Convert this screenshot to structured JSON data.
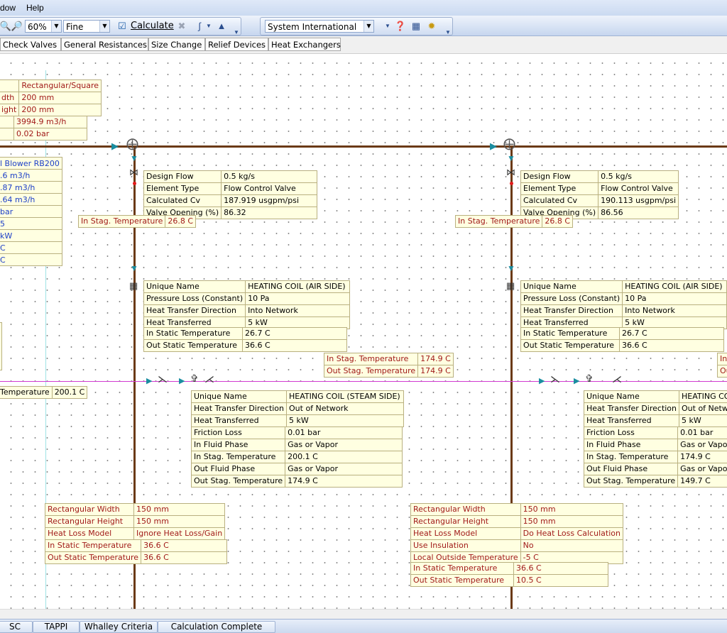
{
  "menu": {
    "window_label": "dow",
    "help_label": "Help"
  },
  "toolbar": {
    "zoom_value": "60%",
    "resolution_value": "Fine",
    "calculate_label": "Calculate",
    "units_value": "System International"
  },
  "tabs": [
    "Check Valves",
    "General Resistances",
    "Size Change",
    "Relief Devices",
    "Heat Exchangers"
  ],
  "tables": {
    "duct_top": [
      [
        "",
        "Rectangular/Square"
      ],
      [
        "dth",
        "200 mm"
      ],
      [
        "ight",
        "200 mm"
      ]
    ],
    "duct_top_flow": [
      [
        "",
        "3994.9 m3/h"
      ],
      [
        "",
        "0.02 bar"
      ]
    ],
    "blower": [
      [
        "l Blower RB200"
      ],
      [
        ".6 m3/h"
      ],
      [
        ".87 m3/h"
      ],
      [
        ".64 m3/h"
      ],
      [
        "bar"
      ],
      [
        "5"
      ],
      [
        "kW"
      ],
      [
        "C"
      ],
      [
        "C"
      ]
    ],
    "valve1": [
      [
        "Design Flow",
        "0.5 kg/s"
      ],
      [
        "Element Type",
        "Flow Control Valve"
      ],
      [
        "Calculated Cv",
        "187.919 usgpm/psi"
      ],
      [
        "Valve Opening (%)",
        "86.32"
      ]
    ],
    "valve1_temp": [
      [
        "In Stag. Temperature",
        "26.8 C"
      ]
    ],
    "valve2": [
      [
        "Design Flow",
        "0.5 kg/s"
      ],
      [
        "Element Type",
        "Flow Control Valve"
      ],
      [
        "Calculated Cv",
        "190.113 usgpm/psi"
      ],
      [
        "Valve Opening (%)",
        "86.56"
      ]
    ],
    "valve2_temp": [
      [
        "In Stag. Temperature",
        "26.8 C"
      ]
    ],
    "coil_air1": [
      [
        "Unique Name",
        "HEATING COIL (AIR SIDE)"
      ],
      [
        "Pressure Loss (Constant)",
        "10 Pa"
      ],
      [
        "Heat Transfer Direction",
        "Into Network"
      ],
      [
        "Heat Transferred",
        "5 kW"
      ]
    ],
    "coil_air1_temps": [
      [
        "In Static Temperature",
        "26.7 C"
      ],
      [
        "Out Static Temperature",
        "36.6 C"
      ]
    ],
    "coil_air2": [
      [
        "Unique Name",
        "HEATING COIL (AIR SIDE)"
      ],
      [
        "Pressure Loss (Constant)",
        "10 Pa"
      ],
      [
        "Heat Transfer Direction",
        "Into Network"
      ],
      [
        "Heat Transferred",
        "5 kW"
      ]
    ],
    "coil_air2_temps": [
      [
        "In Static Temperature",
        "26.7 C"
      ],
      [
        "Out Static Temperature",
        "36.6 C"
      ]
    ],
    "steam_mid": [
      [
        "In Stag. Temperature",
        "174.9 C"
      ],
      [
        "Out Stag. Temperature",
        "174.9 C"
      ]
    ],
    "steam_left": [
      [
        "Temperature",
        "200.1 C"
      ]
    ],
    "steam_right_partial": [
      [
        "In"
      ],
      [
        "Out"
      ]
    ],
    "coil_steam1": [
      [
        "Unique Name",
        "HEATING COIL (STEAM SIDE)"
      ],
      [
        "Heat Transfer Direction",
        "Out of Network"
      ],
      [
        "Heat Transferred",
        "5 kW"
      ]
    ],
    "coil_steam1_props": [
      [
        "Friction Loss",
        "0.01 bar"
      ],
      [
        "In Fluid Phase",
        "Gas or Vapor"
      ],
      [
        "In Stag. Temperature",
        "200.1 C"
      ],
      [
        "Out Fluid Phase",
        "Gas or Vapor"
      ],
      [
        "Out Stag. Temperature",
        "174.9 C"
      ]
    ],
    "coil_steam2": [
      [
        "Unique Name",
        "HEATING CO"
      ],
      [
        "Heat Transfer Direction",
        "Out of Network"
      ],
      [
        "Heat Transferred",
        "5 kW"
      ]
    ],
    "coil_steam2_props": [
      [
        "Friction Loss",
        "0.01 bar"
      ],
      [
        "In Fluid Phase",
        "Gas or Vapor"
      ],
      [
        "In Stag. Temperature",
        "174.9 C"
      ],
      [
        "Out Fluid Phase",
        "Gas or Vapor"
      ],
      [
        "Out Stag. Temperature",
        "149.7 C"
      ]
    ],
    "duct1": [
      [
        "Rectangular Width",
        "150 mm"
      ],
      [
        "Rectangular Height",
        "150 mm"
      ],
      [
        "Heat Loss Model",
        "Ignore Heat Loss/Gain"
      ]
    ],
    "duct1_temps": [
      [
        "In Static Temperature",
        "36.6 C"
      ],
      [
        "Out Static Temperature",
        "36.6 C"
      ]
    ],
    "duct2": [
      [
        "Rectangular Width",
        "150 mm"
      ],
      [
        "Rectangular Height",
        "150 mm"
      ],
      [
        "Heat Loss Model",
        "Do Heat Loss Calculation"
      ],
      [
        "Use Insulation",
        "No"
      ],
      [
        "Local Outside Temperature",
        "-5 C"
      ]
    ],
    "duct2_temps": [
      [
        "In Static Temperature",
        "36.6 C"
      ],
      [
        "Out Static Temperature",
        "10.5 C"
      ]
    ]
  },
  "status": [
    "SC",
    "TAPPI",
    "Whalley Criteria",
    "Calculation Complete"
  ],
  "colors": {
    "pipe": "#6b3a16",
    "steam_line": "#d23ad2",
    "table_bg": "#ffffe1",
    "label_red": "#a11a1a"
  }
}
